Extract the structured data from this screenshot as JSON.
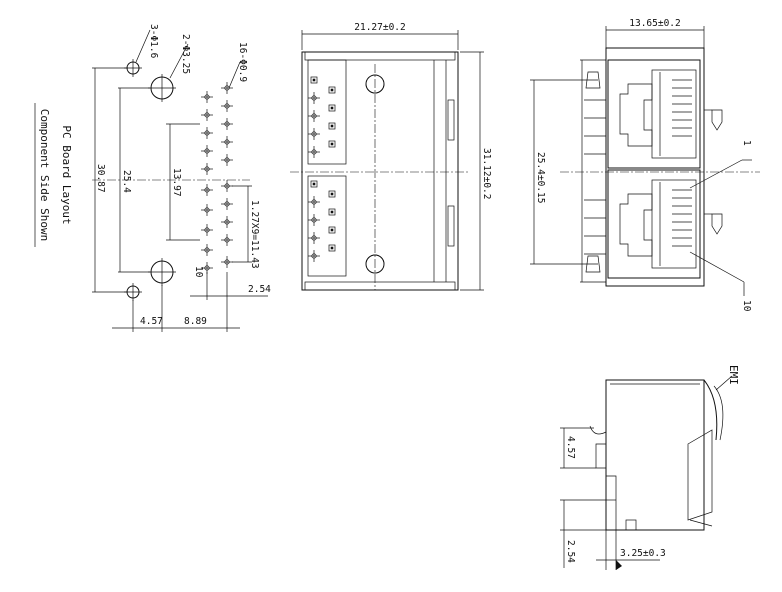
{
  "pcb_layout": {
    "title": "PC Board Layout",
    "subtitle": "Component Side Shown",
    "hole_large": "3-Φ1.6",
    "hole_mid": "2-Φ3.25",
    "hole_small": "16-Φ0.9",
    "pitch": "1.27X9=11.43",
    "row_spacing": "2.54",
    "overall_height": "30.87",
    "hole_span": "25.4",
    "inner_span": "13.97",
    "x_offset_a": "4.57",
    "x_offset_b": "8.89",
    "pin_label": "10"
  },
  "top_view": {
    "width": "21.27±0.2",
    "height": "31.12±0.2"
  },
  "front_view": {
    "depth": "13.65±0.2",
    "post_spacing": "25.4±0.15",
    "pin_1": "1",
    "pin_10": "10"
  },
  "side_view": {
    "emi_label": "EMI",
    "dim_upper": "4.57",
    "dim_lower": "2.54",
    "tail": "3.25±0.3"
  }
}
